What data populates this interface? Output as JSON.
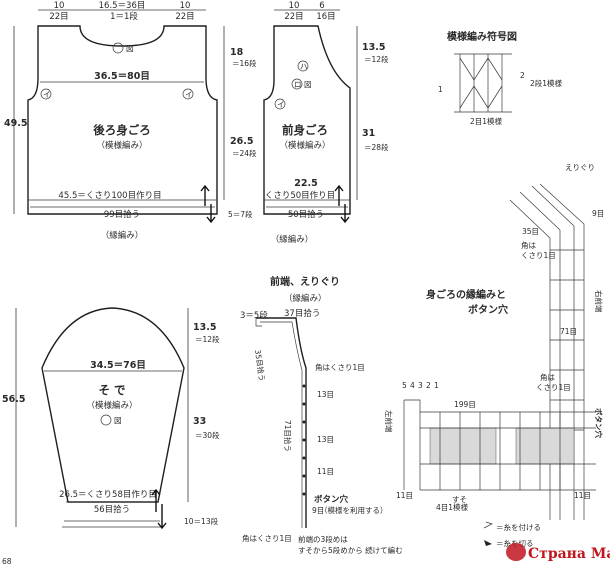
{
  "back": {
    "top_left": "10",
    "top_mid": "16.5＝36目",
    "top_right": "10",
    "sub_left": "22目",
    "sub_mid": "1＝1段",
    "sub_right": "22目",
    "chart_ref": "図",
    "width": "36.5＝80目",
    "title": "後ろ身ごろ",
    "pattern": "（模様編み）",
    "height_total": "49.5",
    "h18": "18",
    "h18b": "＝16段",
    "h26": "26.5",
    "h26b": "＝24段",
    "h5": "5＝7段",
    "bottom_cast": "45.5＝くさり100目作り目",
    "bottom_pick": "99目拾う",
    "edge": "（縁編み）",
    "circle_a": "イ",
    "circle_b": "イ"
  },
  "front": {
    "top_left": "10",
    "top_right": "6",
    "sub_left": "22目",
    "sub_right": "16目",
    "mark_ha": "ハ",
    "mark_ro": "ロ",
    "chart_ref": "図",
    "title": "前身ごろ",
    "pattern": "（模様編み）",
    "h13": "13.5",
    "h13b": "＝12段",
    "h31": "31",
    "h31b": "＝28段",
    "width": "22.5",
    "bottom_cast": "くさり50目作り目",
    "bottom_pick": "50目拾う",
    "edge": "（縁編み）",
    "circle": "イ"
  },
  "sleeve": {
    "top": "13.5",
    "topb": "＝12段",
    "width": "34.5＝76目",
    "title": "そ で",
    "pattern": "（模様編み）",
    "chart_ref": "図",
    "height_total": "56.5",
    "h33": "33",
    "h33b": "＝30段",
    "bottom_cast": "26.5＝くさり58目作り目",
    "bottom_pick": "56目拾う",
    "h10": "10＝13段"
  },
  "neckband": {
    "title": "前端、えりぐり",
    "edge": "（縁編み）",
    "rows": "3＝5段",
    "pick_a": "37目拾う",
    "pick_b": "35目拾う",
    "pick_c": "71目拾う",
    "corner_top": "角はくさり1目",
    "n13a": "13目",
    "n13b": "13目",
    "n11": "11目",
    "n9": "9目",
    "buttonhole": "ボタン穴",
    "buttonhole_note": "（模様を利用する）",
    "corner_bottom": "角はくさり1目",
    "note1": "前端の3段めは",
    "note2": "すそから5段めから 続けて編む"
  },
  "symbol_chart": {
    "title": "模様編み符号図",
    "repeat": "2目1模様",
    "row_repeat": "2段1模様",
    "row1": "1",
    "row2": "2"
  },
  "border_chart": {
    "title_a": "身ごろの縁編みと",
    "title_b": "ボタン穴",
    "collar": "えりぐり",
    "n35": "35目",
    "n9": "9目",
    "corner": "角は",
    "corner2": "くさり1目",
    "right_front": "右前端",
    "n71": "71目",
    "corner3": "角は",
    "corner4": "くさり1目",
    "n199": "199目",
    "buttonhole": "ボタン穴",
    "left_front": "左前端",
    "hem": "すそ",
    "n11a": "11目",
    "n11b": "11目",
    "repeat": "4目1模様",
    "rows": [
      "5",
      "4",
      "3",
      "2",
      "1"
    ],
    "legend1": "＝糸を付ける",
    "legend2": "＝糸を切る"
  },
  "page_number": "68",
  "logo": "Страна Мам",
  "colors": {
    "logo": "#c0141e",
    "ink": "#1f1f1f",
    "fill": "#d9d9d9"
  }
}
